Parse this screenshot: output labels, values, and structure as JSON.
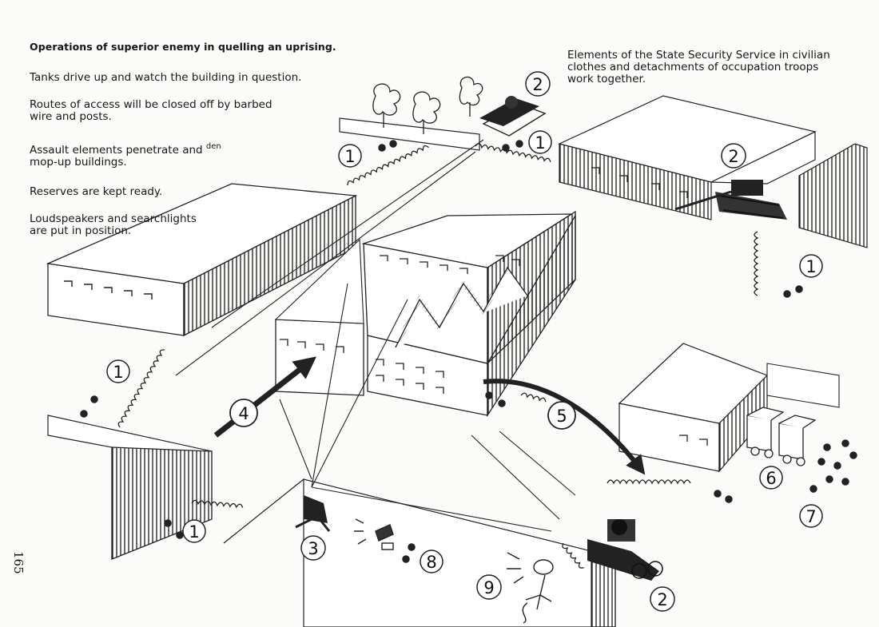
{
  "caption": {
    "title": "Operations of superior enemy in quelling an uprising.",
    "lines": [
      "Tanks drive up and watch the building in question.",
      "Routes of access will be closed off by barbed",
      "wire and posts.",
      "Assault elements penetrate and",
      "den",
      "mop-up buildings.",
      "Reserves are kept ready.",
      "Loudspeakers and searchlights",
      "are put in position."
    ]
  },
  "note": {
    "lines": [
      "Elements of the State Security Service in civilian",
      "clothes and detachments of occupation troops",
      "work together."
    ]
  },
  "page_number": "165",
  "markers": {
    "m1": "1",
    "m2": "2",
    "m3": "3",
    "m4": "4",
    "m5": "5",
    "m6": "6",
    "m7": "7",
    "m8": "8",
    "m9": "9"
  }
}
